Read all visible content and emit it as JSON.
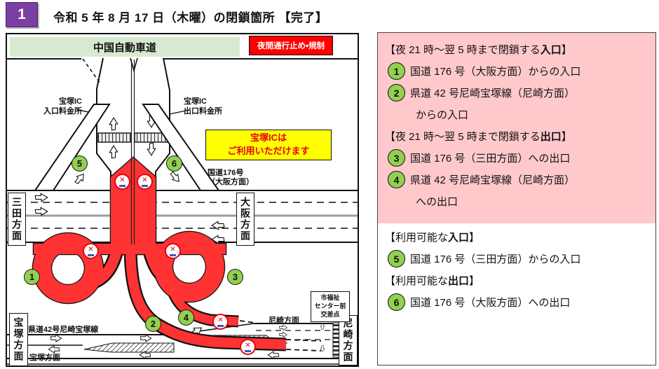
{
  "header": {
    "badge": "1",
    "title": "令和 5 年 8 月 17 日（木曜）の閉鎖箇所 【完了】"
  },
  "map": {
    "expressway_banner": "中国自動車道",
    "night_closure_badge": "夜間通行止め・規制",
    "toll_entrance": {
      "line1": "宝塚IC",
      "line2": "入口料金所"
    },
    "toll_exit": {
      "line1": "宝塚IC",
      "line2": "出口料金所"
    },
    "notice_box": {
      "line1": "宝塚ICは",
      "line2": "ご利用いただけます"
    },
    "route176_label": {
      "line1": "国道176号",
      "line2": "（大阪方面）"
    },
    "direction_boxes": {
      "sanda": "三田方面",
      "osaka": "大阪方面",
      "takarazuka": "宝塚方面",
      "amagasaki": "尼崎方面"
    },
    "kendo42_label": "県道42号尼崎宝塚線",
    "takarazuka_dir_label": "宝塚方面",
    "amagasaki_dir_label": "尼崎方面",
    "intersection_box": {
      "line1": "市福祉",
      "line2": "センター前",
      "line3": "交差点"
    },
    "markers": [
      "1",
      "2",
      "3",
      "4",
      "5",
      "6"
    ]
  },
  "icons": {
    "no_entry_glyph": "✕"
  },
  "legend": {
    "sections": [
      {
        "heading_prefix": "【夜 21 時～翌 5 時まで閉鎖する",
        "heading_bold": "入口",
        "heading_suffix": "】",
        "items": [
          {
            "num": "1",
            "line1": "国道 176 号（大阪方面）からの入口",
            "line2": ""
          },
          {
            "num": "2",
            "line1": "県道 42 号尼崎宝塚線（尼崎方面）",
            "line2": "からの入口"
          }
        ]
      },
      {
        "heading_prefix": "【夜 21 時～翌 5 時まで閉鎖する",
        "heading_bold": "出口",
        "heading_suffix": "】",
        "items": [
          {
            "num": "3",
            "line1": "国道 176 号（三田方面）への出口",
            "line2": ""
          },
          {
            "num": "4",
            "line1": "県道 42 号尼崎宝塚線（尼崎方面）",
            "line2": "への出口"
          }
        ]
      },
      {
        "heading_prefix": "【利用可能な",
        "heading_bold": "入口",
        "heading_suffix": "】",
        "items": [
          {
            "num": "5",
            "line1": "国道 176 号（三田方面）からの入口",
            "line2": ""
          }
        ]
      },
      {
        "heading_prefix": "【利用可能な",
        "heading_bold": "出口",
        "heading_suffix": "】",
        "items": [
          {
            "num": "6",
            "line1": "国道 176 号（大阪方面）への出口",
            "line2": ""
          }
        ]
      }
    ]
  },
  "colors": {
    "closed_red": "#ff3333",
    "pink_bg": "#ffc9cc",
    "green_marker": "#92d050",
    "purple_badge": "#7b3fa4",
    "yellow_notice": "#ffff00",
    "banner_green": "#d8e9d2"
  }
}
